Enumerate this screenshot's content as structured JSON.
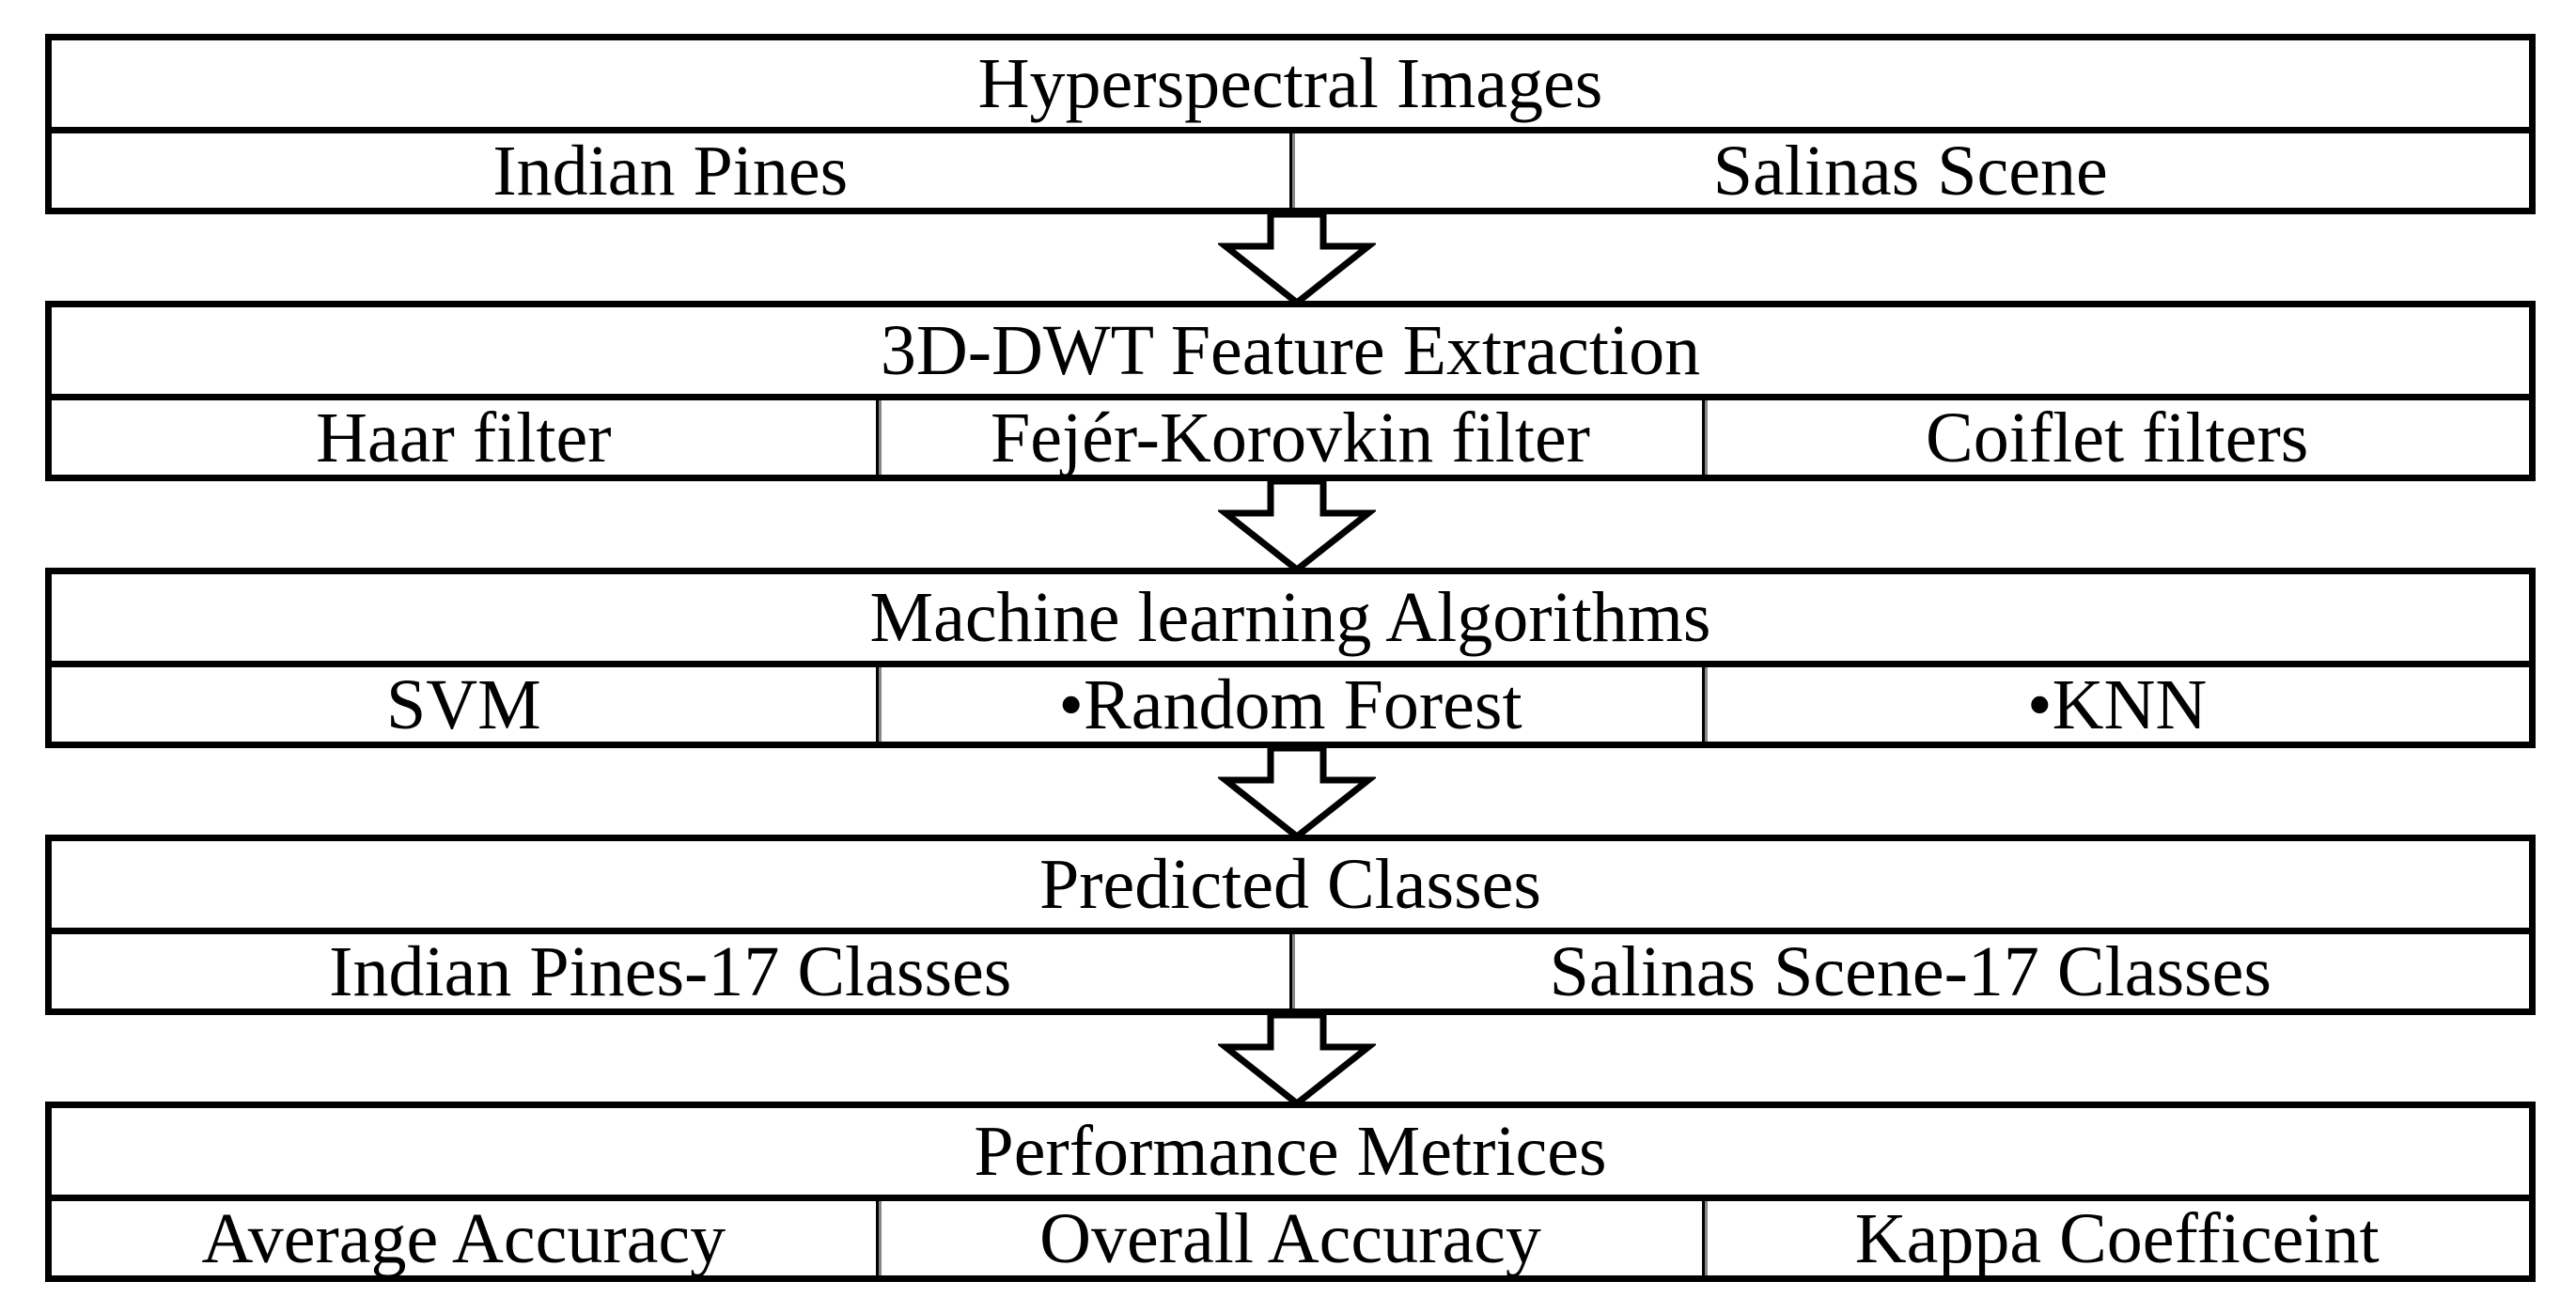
{
  "blocks": [
    {
      "title": "Hyperspectral Images",
      "cells": [
        "Indian Pines",
        "Salinas Scene"
      ]
    },
    {
      "title": "3D-DWT Feature Extraction",
      "cells": [
        "Haar filter",
        "Fejér-Korovkin  filter",
        "Coiflet filters"
      ]
    },
    {
      "title": "Machine learning Algorithms",
      "cells": [
        "SVM",
        "•Random Forest",
        "•KNN"
      ]
    },
    {
      "title": "Predicted Classes",
      "cells": [
        "Indian Pines-17 Classes",
        "Salinas Scene-17 Classes"
      ]
    },
    {
      "title": "Performance Metrices",
      "cells": [
        "Average Accuracy",
        "Overall Accuracy",
        "Kappa Coefficeint"
      ]
    }
  ],
  "arrows": [
    {
      "from": "Hyperspectral Images",
      "to": "3D-DWT Feature Extraction",
      "icon": "down-arrow-icon"
    },
    {
      "from": "3D-DWT Feature Extraction",
      "to": "Machine learning Algorithms",
      "icon": "down-arrow-icon"
    },
    {
      "from": "Machine learning Algorithms",
      "to": "Predicted Classes",
      "icon": "down-arrow-icon"
    },
    {
      "from": "Predicted Classes",
      "to": "Performance Metrices",
      "icon": "down-arrow-icon"
    }
  ],
  "colors": {
    "stroke": "#000000",
    "background": "#ffffff"
  }
}
